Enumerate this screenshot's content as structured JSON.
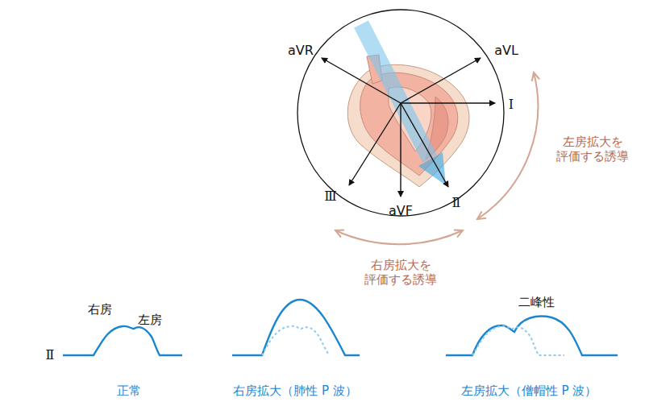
{
  "diagram": {
    "labels": [
      "aVR",
      "aVL",
      "Ⅰ",
      "Ⅲ",
      "aVF",
      "Ⅱ",
      "左房拡大を 評価する誘導",
      "右房拡大を 評価する誘導",
      "Ⅱ",
      "右房",
      "左房",
      "二峰性",
      "正常",
      "右房拡大（肺性 P 波）",
      "左房拡大（僧帽性 P 波）"
    ]
  }
}
